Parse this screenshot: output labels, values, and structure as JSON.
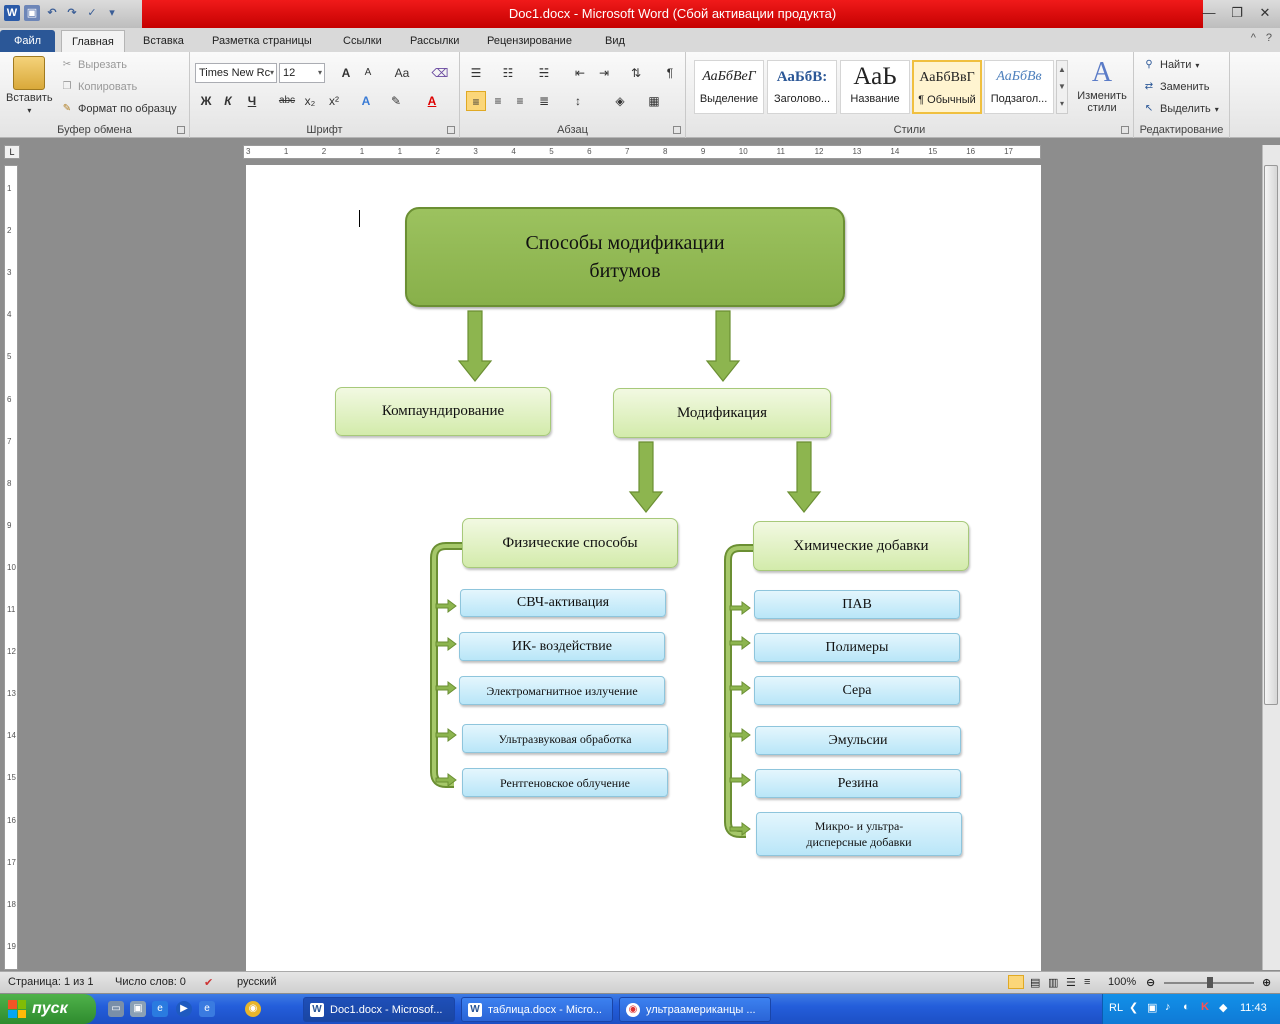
{
  "window": {
    "title": "Doc1.docx  -  Microsoft Word (Сбой активации продукта)"
  },
  "ribbon": {
    "tabs": [
      "Файл",
      "Главная",
      "Вставка",
      "Разметка страницы",
      "Ссылки",
      "Рассылки",
      "Рецензирование",
      "Вид"
    ],
    "clipboard": {
      "paste": "Вставить",
      "cut": "Вырезать",
      "copy": "Копировать",
      "format_painter": "Формат по образцу",
      "group_label": "Буфер обмена"
    },
    "font": {
      "font_name": "Times New Rc",
      "font_size": "12",
      "group_label": "Шрифт",
      "bold": "Ж",
      "italic": "К",
      "underline": "Ч",
      "strike": "abc",
      "subscript": "x₂",
      "superscript": "x²",
      "grow": "A",
      "shrink": "A",
      "case": "Aa"
    },
    "paragraph": {
      "group_label": "Абзац"
    },
    "styles": {
      "group_label": "Стили",
      "tiles": [
        {
          "preview": "АаБбВеГ",
          "name": "Выделение"
        },
        {
          "preview": "АаБбВ:",
          "name": "Заголово..."
        },
        {
          "preview": "АаЬ",
          "name": "Название"
        },
        {
          "preview": "АаБбВвГ",
          "name": "¶ Обычный"
        },
        {
          "preview": "АаБбВв",
          "name": "Подзагол..."
        }
      ],
      "change_styles": "Изменить стили"
    },
    "editing": {
      "group_label": "Редактирование",
      "find": "Найти",
      "replace": "Заменить",
      "select": "Выделить"
    }
  },
  "ruler": {
    "marks": [
      "3",
      "1",
      "2",
      "1",
      "1",
      "2",
      "3",
      "4",
      "5",
      "6",
      "7",
      "8",
      "9",
      "10",
      "11",
      "12",
      "13",
      "14",
      "15",
      "16",
      "17"
    ],
    "left_marks": [
      "1",
      "2",
      "3",
      "4",
      "5",
      "6",
      "7",
      "8",
      "9",
      "10",
      "11",
      "12",
      "13",
      "14",
      "15",
      "16",
      "17",
      "18",
      "19"
    ]
  },
  "diagram": {
    "root": "Способы модификации битумов",
    "level1": {
      "compounding": "Компаундирование",
      "modification": "Модификация"
    },
    "physical": {
      "title": "Физические способы",
      "items": [
        "СВЧ-активация",
        "ИК- воздействие",
        "Электромагнитное излучение",
        "Ультразвуковая обработка",
        "Рентгеновское облучение"
      ]
    },
    "chemical": {
      "title": "Химические добавки",
      "items": [
        "ПАВ",
        "Полимеры",
        "Сера",
        "Эмульсии",
        "Резина",
        "Микро- и ультра- дисперсные добавки"
      ]
    },
    "colors": {
      "root_fill": "#8db54f",
      "arrow_fill": "#8db54f",
      "leaf_fill": "#c6ebfa"
    }
  },
  "statusbar": {
    "page": "Страница: 1 из 1",
    "words": "Число слов: 0",
    "language": "русский",
    "zoom": "100%"
  },
  "taskbar": {
    "start": "пуск",
    "tasks": [
      "Doc1.docx - Microsof...",
      "таблица.docx - Micro...",
      "ультраамериканцы ..."
    ],
    "tray_lang": "RL",
    "clock": "11:43"
  }
}
